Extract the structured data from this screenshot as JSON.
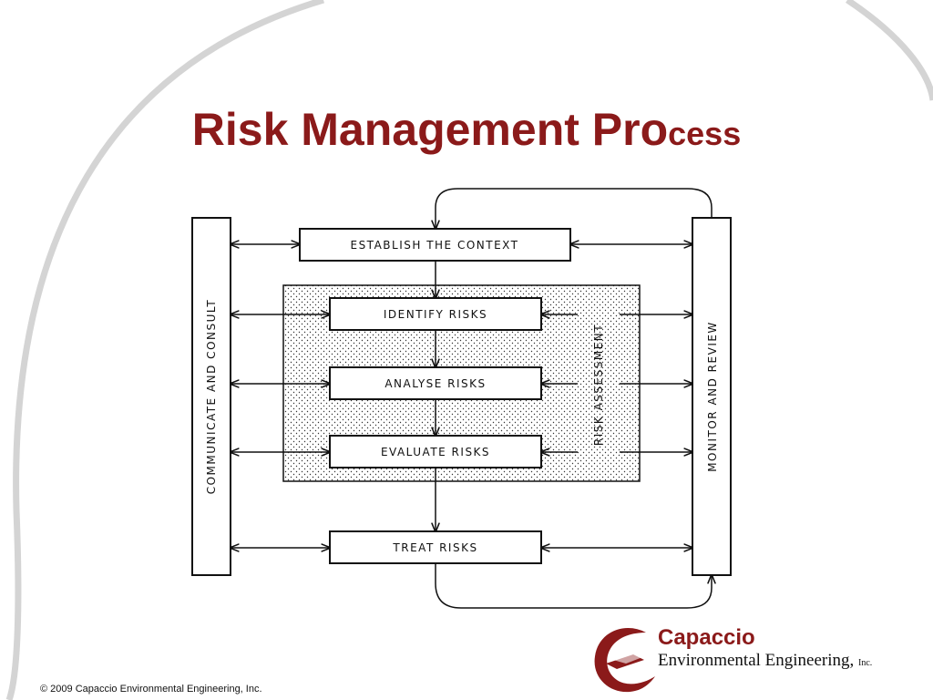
{
  "title": {
    "main": "Risk Management Pro",
    "tail": "cess"
  },
  "diagram": {
    "steps": {
      "establish": "ESTABLISH THE CONTEXT",
      "identify": "IDENTIFY RISKS",
      "analyse": "ANALYSE RISKS",
      "evaluate": "EVALUATE RISKS",
      "treat": "TREAT RISKS"
    },
    "left_bar": "COMMUNICATE AND CONSULT",
    "right_bar": "MONITOR AND REVIEW",
    "assessment_label": "RISK ASSESSMENT"
  },
  "logo": {
    "name": "Capaccio",
    "subtitle": "Environmental Engineering,",
    "suffix": "Inc.",
    "color": "#8b1a1a"
  },
  "footer": {
    "copyright": "© 2009 Capaccio Environmental Engineering, Inc."
  },
  "colors": {
    "title": "#8b1a1a",
    "line": "#111111"
  }
}
